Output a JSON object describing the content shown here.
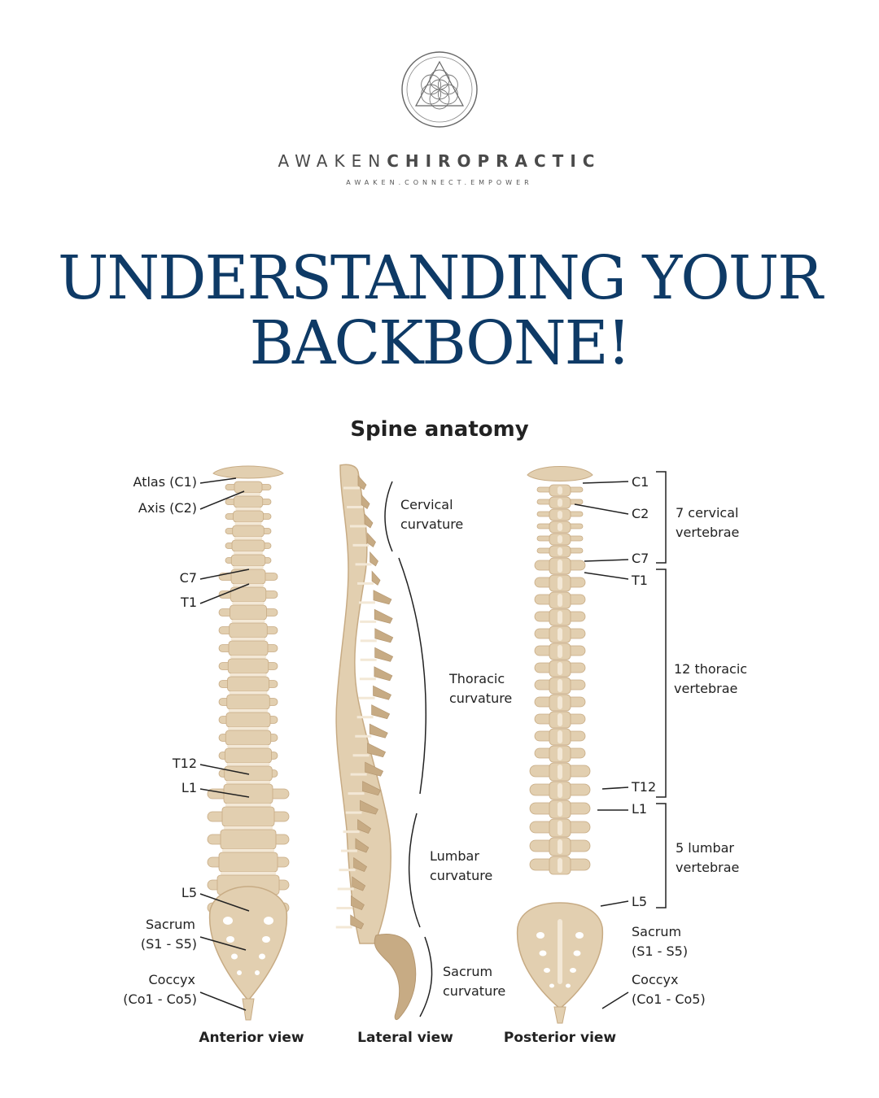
{
  "brand": {
    "name_light": "AWAKEN",
    "name_bold": "CHIROPRACTIC",
    "tagline": "AWAKEN.CONNECT.EMPOWER"
  },
  "headline": {
    "line1": "UNDERSTANDING YOUR",
    "line2": "BACKBONE!"
  },
  "diagram": {
    "title": "Spine anatomy",
    "anterior": {
      "view_label": "Anterior view",
      "labels": [
        "Atlas (C1)",
        "Axis (C2)",
        "C7",
        "T1",
        "T12",
        "L1",
        "L5",
        "Sacrum",
        "(S1 - S5)",
        "Coccyx",
        "(Co1 - Co5)"
      ]
    },
    "lateral": {
      "view_label": "Lateral view",
      "labels": [
        "Cervical",
        "curvature",
        "Thoracic",
        "curvature",
        "Lumbar",
        "curvature",
        "Sacrum",
        "curvature"
      ]
    },
    "posterior": {
      "view_label": "Posterior view",
      "labels": [
        "C1",
        "C2",
        "C7",
        "T1",
        "T12",
        "L1",
        "L5",
        "Sacrum",
        "(S1 - S5)",
        "Coccyx",
        "(Co1 - Co5)"
      ],
      "groups": [
        "7 cervical",
        "vertebrae",
        "12 thoracic",
        "vertebrae",
        "5 lumbar",
        "vertebrae"
      ]
    }
  },
  "colors": {
    "headline": "#0e3a66",
    "bone": "#e2cfb0",
    "bone_dark": "#c7ab84",
    "disc": "#f3e8d6"
  }
}
